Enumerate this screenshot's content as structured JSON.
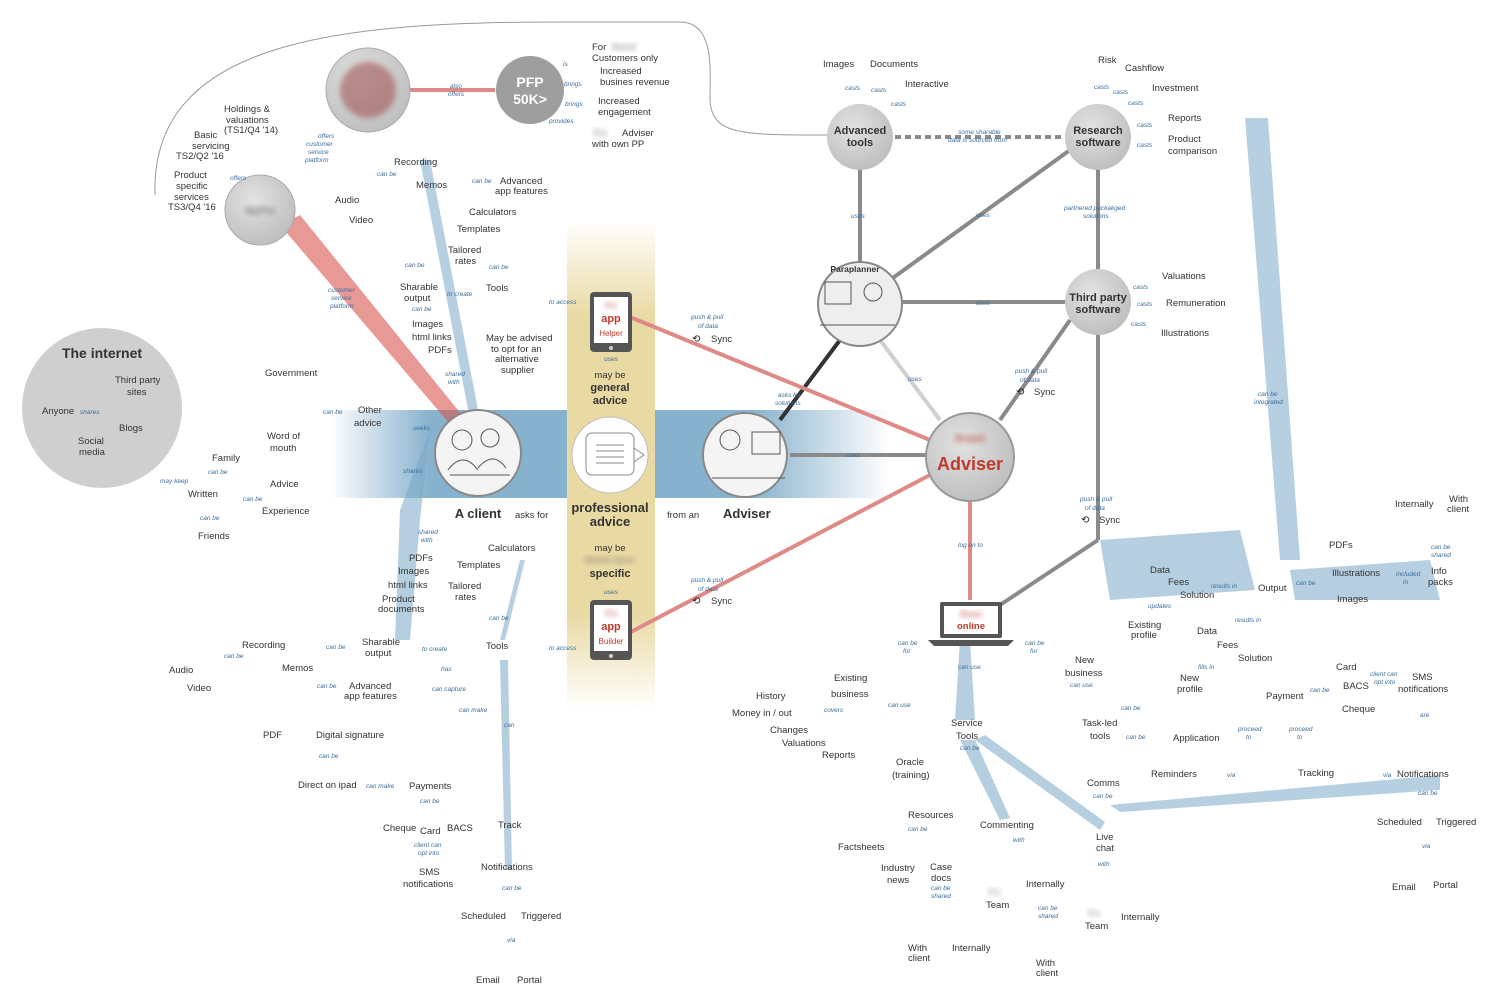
{
  "colors": {
    "blue": "#7aa9c8",
    "blue_dark": "#3a6d9c",
    "red": "#d9534f",
    "grey": "#8a8a8a",
    "grey_node": "#cfcfcf",
    "gold": "#e9d9a2"
  },
  "hubs": {
    "internet": "The internet",
    "client": "A client",
    "asks_for": "asks for",
    "professional_advice_1": "professional",
    "professional_advice_2": "advice",
    "from_an": "from an",
    "adviser": "Adviser",
    "adviser_node": "Adviser",
    "advanced_tools_1": "Advanced",
    "advanced_tools_2": "tools",
    "research_1": "Research",
    "research_2": "software",
    "third_party_1": "Third party",
    "third_party_2": "software",
    "paraplanner": "Paraplanner",
    "pfp_1": "PFP",
    "pfp_2": "50K>",
    "online": "online",
    "app": "app",
    "helper": "Helper",
    "builder": "Builder"
  },
  "gold_band": {
    "general_1": "may be",
    "general_2": "general",
    "general_3": "advice",
    "specific_1": "may be",
    "specific_2": "specific",
    "uses_top": "uses",
    "uses_bottom": "uses"
  },
  "top_left": {
    "offers_cust_1": "offers",
    "offers_cust_2": "customer",
    "offers_cust_3": "service",
    "offers_cust_4": "platform",
    "also_offers_1": "also",
    "also_offers_2": "offers",
    "for_1": "For",
    "for_2": "Customers only",
    "is": "is",
    "brings1": "brings",
    "brings2": "brings",
    "provides": "provides",
    "increased_rev_1": "Increased",
    "increased_rev_2": "busines revenue",
    "increased_eng_1": "Increased",
    "increased_eng_2": "engagement",
    "adviser_pp_1": "Adviser",
    "adviser_pp_2": "with own PP",
    "holdings_1": "Holdings &",
    "holdings_2": "valuations",
    "holdings_3": "(TS1/Q4 '14)",
    "basic_1": "Basic",
    "basic_2": "servicing",
    "basic_3": "TS2/Q2 '16",
    "product_1": "Product",
    "product_2": "specific",
    "product_3": "services",
    "product_4": "TS3/Q4 '16",
    "offers": "offers",
    "csp_1": "customer",
    "csp_2": "service",
    "csp_3": "platform"
  },
  "internet": {
    "third_party_1": "Third party",
    "third_party_2": "sites",
    "anyone": "Anyone",
    "shares": "shares",
    "blogs": "Blogs",
    "social_1": "Social",
    "social_2": "media"
  },
  "other_advice": {
    "government": "Government",
    "can_be": "can be",
    "other_1": "Other",
    "other_2": "advice",
    "word_1": "Word of",
    "word_2": "mouth",
    "seeks": "seeks",
    "family": "Family",
    "can_be_2": "can be",
    "advice": "Advice",
    "shares": "shares",
    "may_keep": "may keep",
    "written": "Written",
    "can_be_3": "can be",
    "experience": "Experience",
    "can_be_4": "can be",
    "friends": "Friends",
    "may_be_advised_1": "May be advised",
    "may_be_advised_2": "to opt for an",
    "may_be_advised_3": "alternative",
    "may_be_advised_4": "supplier"
  },
  "client_tools_top": {
    "recording": "Recording",
    "memos": "Memos",
    "can_be_1": "can be",
    "can_be_2": "can be",
    "advanced_1": "Advanced",
    "advanced_2": "app features",
    "audio": "Audio",
    "video": "Video",
    "calculators": "Calculators",
    "templates": "Templates",
    "tailored_1": "Tailored",
    "tailored_2": "rates",
    "can_be_3": "can be",
    "can_be_4": "can be",
    "sharable_1": "Sharable",
    "sharable_2": "output",
    "to_create": "to create",
    "tools": "Tools",
    "to_access": "to access",
    "can_be_5": "can be",
    "images": "Images",
    "html": "html links",
    "pdfs": "PDFs",
    "shared_with_1": "shared",
    "shared_with_2": "with"
  },
  "client_tools_bottom": {
    "shared_with_1": "shared",
    "shared_with_2": "with",
    "pdfs": "PDFs",
    "images": "Images",
    "html": "html links",
    "product_1": "Product",
    "product_2": "documents",
    "calculators": "Calculators",
    "templates": "Templates",
    "tailored_1": "Tailored",
    "tailored_2": "rates",
    "can_be_1": "can be",
    "tools": "Tools",
    "to_access": "to access",
    "recording": "Recording",
    "can_be_2": "can be",
    "sharable_1": "Sharable",
    "sharable_2": "output",
    "to_create": "to create",
    "audio": "Audio",
    "can_be_3": "can be",
    "video": "Video",
    "memos": "Memos",
    "has": "has",
    "can_be_4": "can be",
    "advanced_1": "Advanced",
    "advanced_2": "app features",
    "can_capture": "can capture",
    "can_make": "can make",
    "can": "can",
    "pdf": "PDF",
    "digital_sig": "Digital signature",
    "can_be_5": "can be",
    "direct": "Direct on ipad",
    "can_make_2": "can make",
    "payments": "Payments",
    "can_be_6": "can be",
    "cheque": "Cheque",
    "card": "Card",
    "bacs": "BACS",
    "client_can_1": "client can",
    "client_can_2": "opt into",
    "track": "Track",
    "sms_1": "SMS",
    "sms_2": "notifications",
    "notifications": "Notifications",
    "can_be_7": "can be",
    "scheduled": "Scheduled",
    "triggered": "Triggered",
    "via": "via",
    "email": "Email",
    "portal": "Portal"
  },
  "sync": {
    "push_1": "push & pull",
    "push_2": "of data",
    "sync": "Sync"
  },
  "adviser_side": {
    "images": "Images",
    "documents": "Documents",
    "interactive": "Interactive",
    "casts": "casts",
    "some_sharable_1": "some sharable",
    "some_sharable_2": "data is sourced from",
    "uses": "uses",
    "risk": "Risk",
    "cashflow": "Cashflow",
    "investment": "Investment",
    "reports": "Reports",
    "product_comp_1": "Product",
    "product_comp_2": "comparison",
    "partnered_1": "partnered packakged",
    "partnered_2": "solutions",
    "valuations": "Valuations",
    "remuneration": "Remuneration",
    "illustrations": "Illustrations",
    "asks_for_1": "asks for",
    "asks_for_2": "solutions",
    "log_on_to": "log on to",
    "can_be_integrated_1": "can be",
    "can_be_integrated_2": "integrated"
  },
  "online_tools": {
    "can_be_for": "can be",
    "for": "for",
    "existing_1": "Existing",
    "existing_2": "business",
    "can_use": "can use",
    "new_1": "New",
    "new_2": "business",
    "history": "History",
    "money": "Money in / out",
    "covers": "covers",
    "changes": "Changes",
    "valuations": "Valuations",
    "reports": "Reports",
    "service_1": "Service",
    "service_2": "Tools",
    "can_be": "can be",
    "oracle_1": "Oracle",
    "oracle_2": "(training)",
    "resources": "Resources",
    "factsheets": "Factsheets",
    "industry_1": "Industry",
    "industry_2": "news",
    "case_1": "Case",
    "case_2": "docs",
    "can_be_shared_1": "can be",
    "can_be_shared_2": "shared",
    "with_client_1": "With",
    "with_client_2": "client",
    "internally": "Internally",
    "commenting": "Commenting",
    "with": "with",
    "team": "Team",
    "live_1": "Live",
    "live_2": "chat",
    "task_1": "Task-led",
    "task_2": "tools",
    "comms": "Comms",
    "data": "Data",
    "fees": "Fees",
    "solution": "Solution",
    "updates": "updates",
    "results_in": "results in",
    "output": "Output",
    "existing_profile_1": "Existing",
    "existing_profile_2": "profile",
    "fills_in": "fills in",
    "new_profile_1": "New",
    "new_profile_2": "profile",
    "application": "Application",
    "reminders": "Reminders",
    "via": "via",
    "tracking": "Tracking",
    "payment": "Payment",
    "card": "Card",
    "bacs": "BACS",
    "cheque": "Cheque",
    "proceed_1": "proceed",
    "proceed_2": "to",
    "client_can_1": "client can",
    "client_can_2": "opt into",
    "sms_1": "SMS",
    "sms_2": "notifications",
    "are": "are",
    "notifications": "Notifications",
    "scheduled": "Scheduled",
    "triggered": "Triggered",
    "email": "Email",
    "portal": "Portal",
    "pdfs": "PDFs",
    "illustrations": "Illustrations",
    "images": "Images",
    "internally_top": "Internally",
    "with_client_top_1": "With",
    "with_client_top_2": "client",
    "info_1": "Info",
    "info_2": "packs",
    "included_1": "included",
    "included_2": "in"
  }
}
